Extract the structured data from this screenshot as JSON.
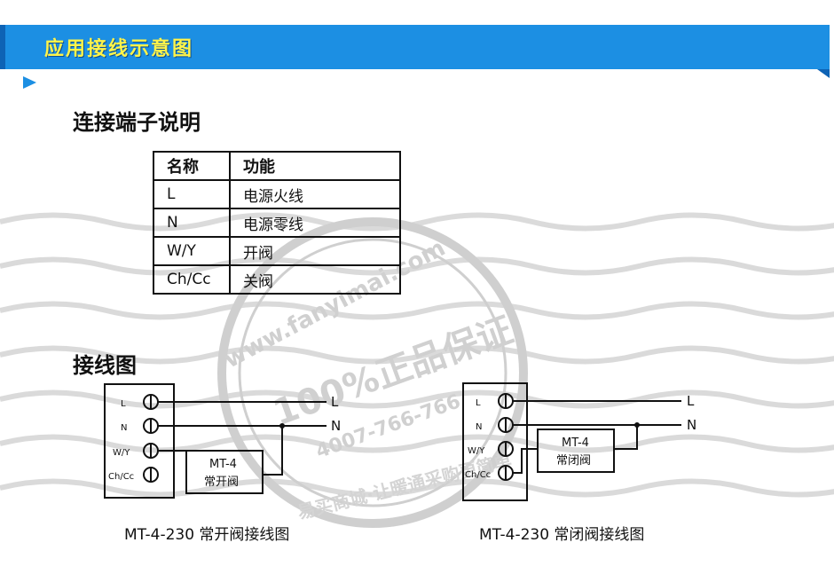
{
  "banner": {
    "title": "应用接线示意图"
  },
  "terminals": {
    "heading": "连接端子说明",
    "columns": [
      "名称",
      "功能"
    ],
    "rows": [
      {
        "name": "L",
        "function": "电源火线"
      },
      {
        "name": "N",
        "function": "电源零线"
      },
      {
        "name": "W/Y",
        "function": "开阀"
      },
      {
        "name": "Ch/Cc",
        "function": "关阀"
      }
    ]
  },
  "wiring": {
    "heading": "接线图",
    "diagram_left": {
      "terminal_labels": [
        "L",
        "N",
        "W/Y",
        "Ch/Cc"
      ],
      "line_labels": [
        "L",
        "N"
      ],
      "device_name": "MT-4",
      "device_type": "常开阀",
      "caption": "MT-4-230 常开阀接线图"
    },
    "diagram_right": {
      "terminal_labels": [
        "L",
        "N",
        "W/Y",
        "Ch/Cc"
      ],
      "line_labels": [
        "L",
        "N"
      ],
      "device_name": "MT-4",
      "device_type": "常闭阀",
      "caption": "MT-4-230 常闭阀接线图"
    }
  },
  "watermark": {
    "url": "www.fanyimai.com",
    "guarantee": "100%正品保证",
    "phone": "4007-766-766",
    "slogan": "易买商城·让暖通采购更简单"
  },
  "colors": {
    "banner": "#1c8fe3",
    "banner_text": "#fff44a",
    "stamp": "#c8c8c8"
  }
}
